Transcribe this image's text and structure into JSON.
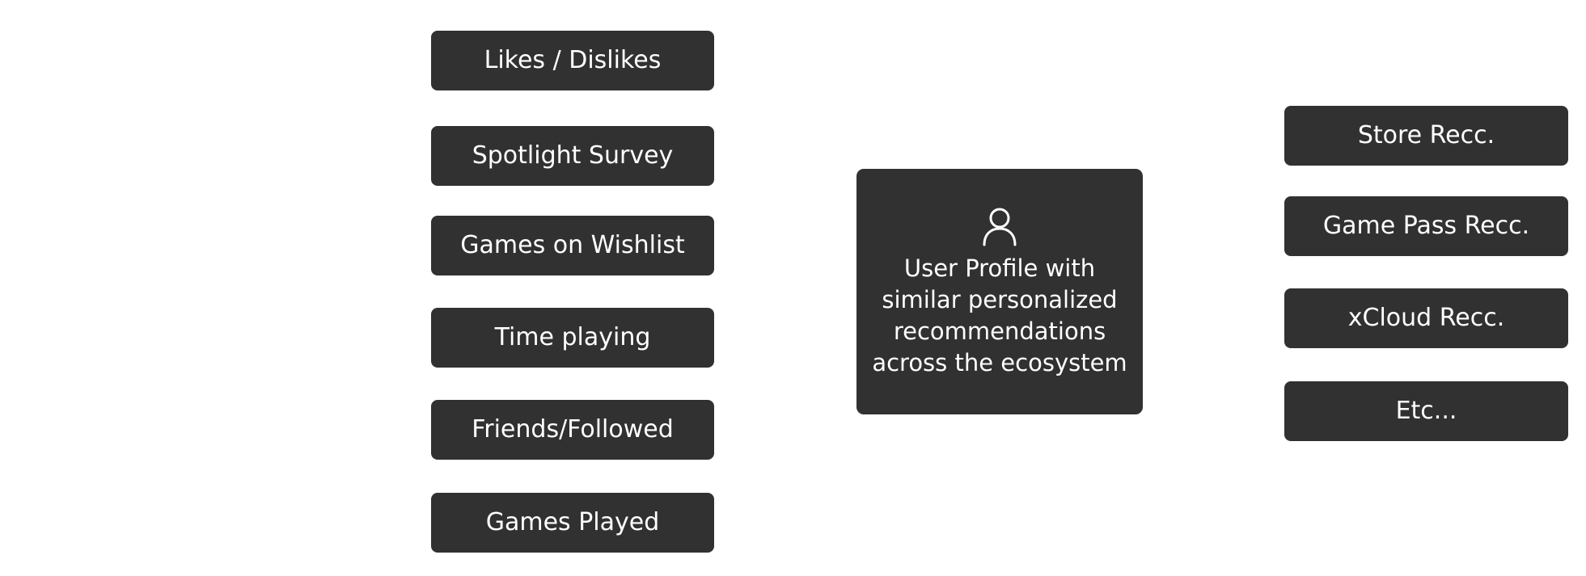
{
  "inputs": [
    "Likes / Dislikes",
    "Spotlight Survey",
    "Games on Wishlist",
    "Time playing",
    "Friends/Followed",
    "Games Played"
  ],
  "profile": {
    "icon": "user-icon",
    "lines": [
      "User Profile with",
      "similar personalized",
      "recommendations",
      "across the ecosystem"
    ]
  },
  "outputs": [
    "Store Recc.",
    "Game Pass Recc.",
    "xCloud Recc.",
    "Etc..."
  ],
  "colors": {
    "box_fill": "#313131",
    "text": "#ffffff",
    "background": "#ffffff"
  }
}
